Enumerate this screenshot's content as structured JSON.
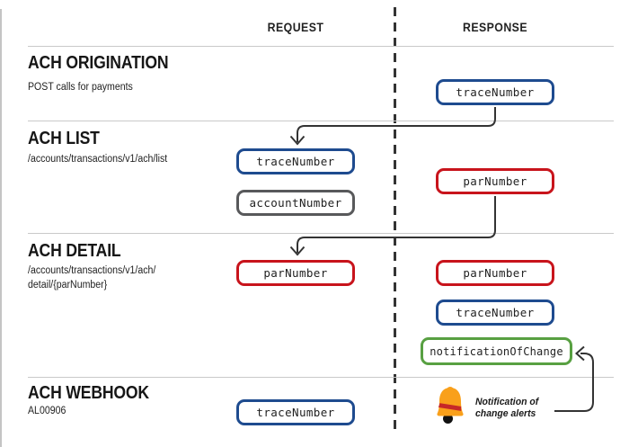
{
  "diagram": {
    "column_headers": {
      "request": "REQUEST",
      "response": "RESPONSE"
    },
    "sections": [
      {
        "title": "ACH ORIGINATION",
        "subtitle_lines": [
          "POST calls for payments"
        ],
        "request_fields": [],
        "response_fields": [
          {
            "label": "traceNumber",
            "color": "blue"
          }
        ]
      },
      {
        "title": "ACH LIST",
        "subtitle_lines": [
          "/accounts/transactions/v1/ach/list"
        ],
        "request_fields": [
          {
            "label": "traceNumber",
            "color": "blue"
          },
          {
            "label": "accountNumber",
            "color": "gray"
          }
        ],
        "response_fields": [
          {
            "label": "parNumber",
            "color": "red"
          }
        ]
      },
      {
        "title": "ACH DETAIL",
        "subtitle_lines": [
          "/accounts/transactions/v1/ach/",
          "detail/{parNumber}"
        ],
        "request_fields": [
          {
            "label": "parNumber",
            "color": "red"
          }
        ],
        "response_fields": [
          {
            "label": "parNumber",
            "color": "red"
          },
          {
            "label": "traceNumber",
            "color": "blue"
          },
          {
            "label": "notificationOfChange",
            "color": "green"
          }
        ]
      },
      {
        "title": "ACH WEBHOOK",
        "subtitle_lines": [
          "AL00906"
        ],
        "request_fields": [
          {
            "label": "traceNumber",
            "color": "blue"
          }
        ],
        "response_fields": []
      }
    ],
    "notification_note": {
      "line1": "Notification of",
      "line2": "change alerts"
    },
    "icons": {
      "bell": "bell-icon"
    },
    "colors": {
      "blue": "#1E4B8F",
      "red": "#C8141C",
      "gray": "#58595B",
      "green": "#58A042",
      "arrow": "#333333",
      "bell_orange": "#F9A01B",
      "bell_stripe": "#C62828"
    }
  }
}
